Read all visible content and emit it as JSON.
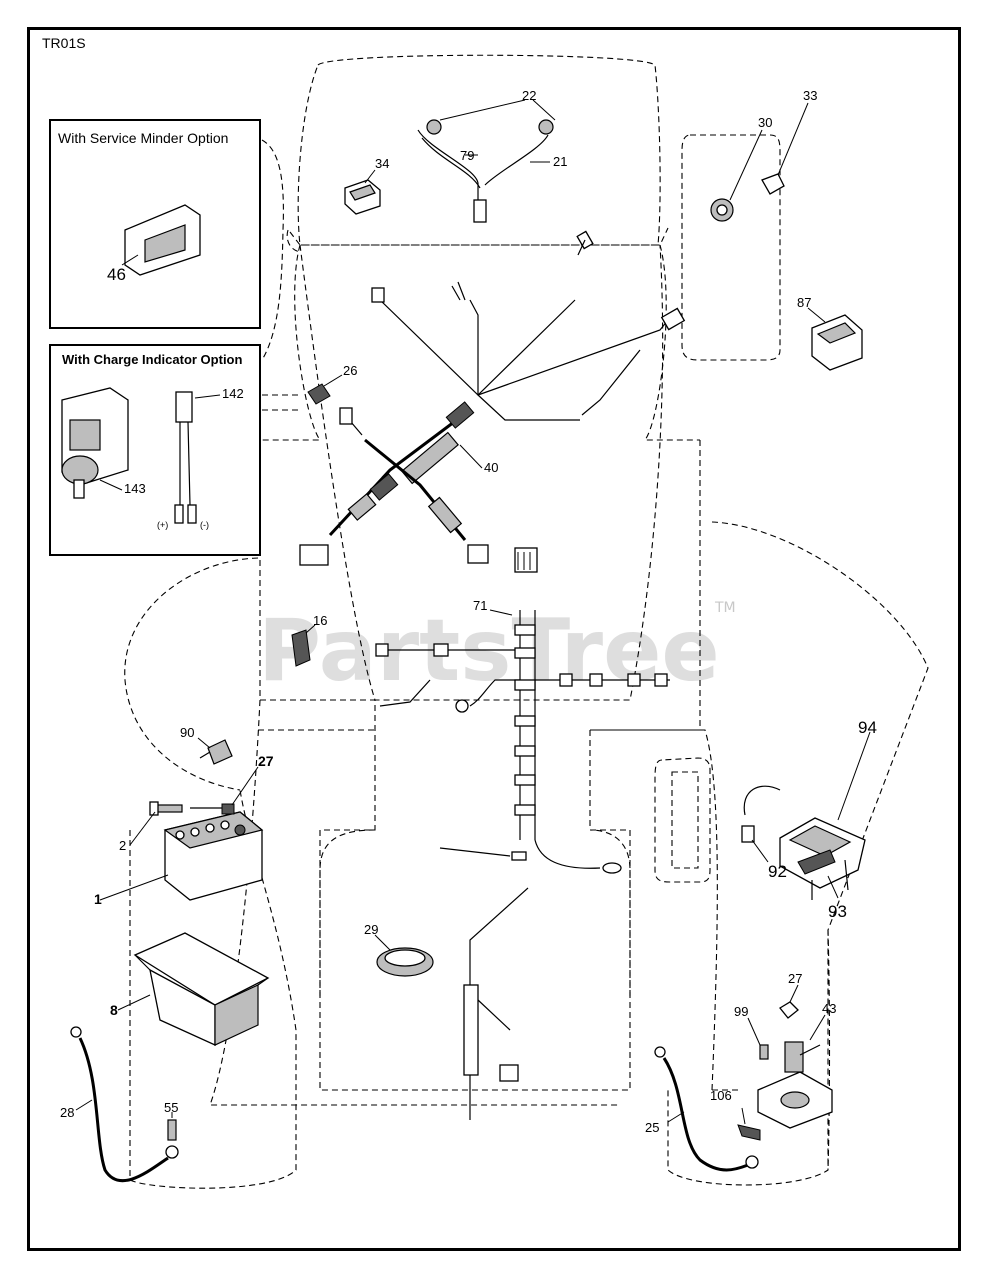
{
  "diagram_code": "TR01S",
  "watermark": {
    "text": "PartsTree",
    "trademark": "TM"
  },
  "options": {
    "service_minder": {
      "title": "With Service Minder Option",
      "part": "46"
    },
    "charge_indicator": {
      "title": "With Charge Indicator Option",
      "parts": [
        "142",
        "143"
      ],
      "plus": "(+)",
      "minus": "(-)"
    }
  },
  "callouts": {
    "p22": "22",
    "p79": "79",
    "p21": "21",
    "p34": "34",
    "p30": "30",
    "p33": "33",
    "p87": "87",
    "p26": "26",
    "p40": "40",
    "p16": "16",
    "p71": "71",
    "p90": "90",
    "p94": "94",
    "p27a": "27",
    "p2": "2",
    "p1": "1",
    "p92": "92",
    "p93": "93",
    "p29": "29",
    "p8": "8",
    "p27b": "27",
    "p43": "43",
    "p99": "99",
    "p28": "28",
    "p55": "55",
    "p106": "106",
    "p25": "25"
  }
}
